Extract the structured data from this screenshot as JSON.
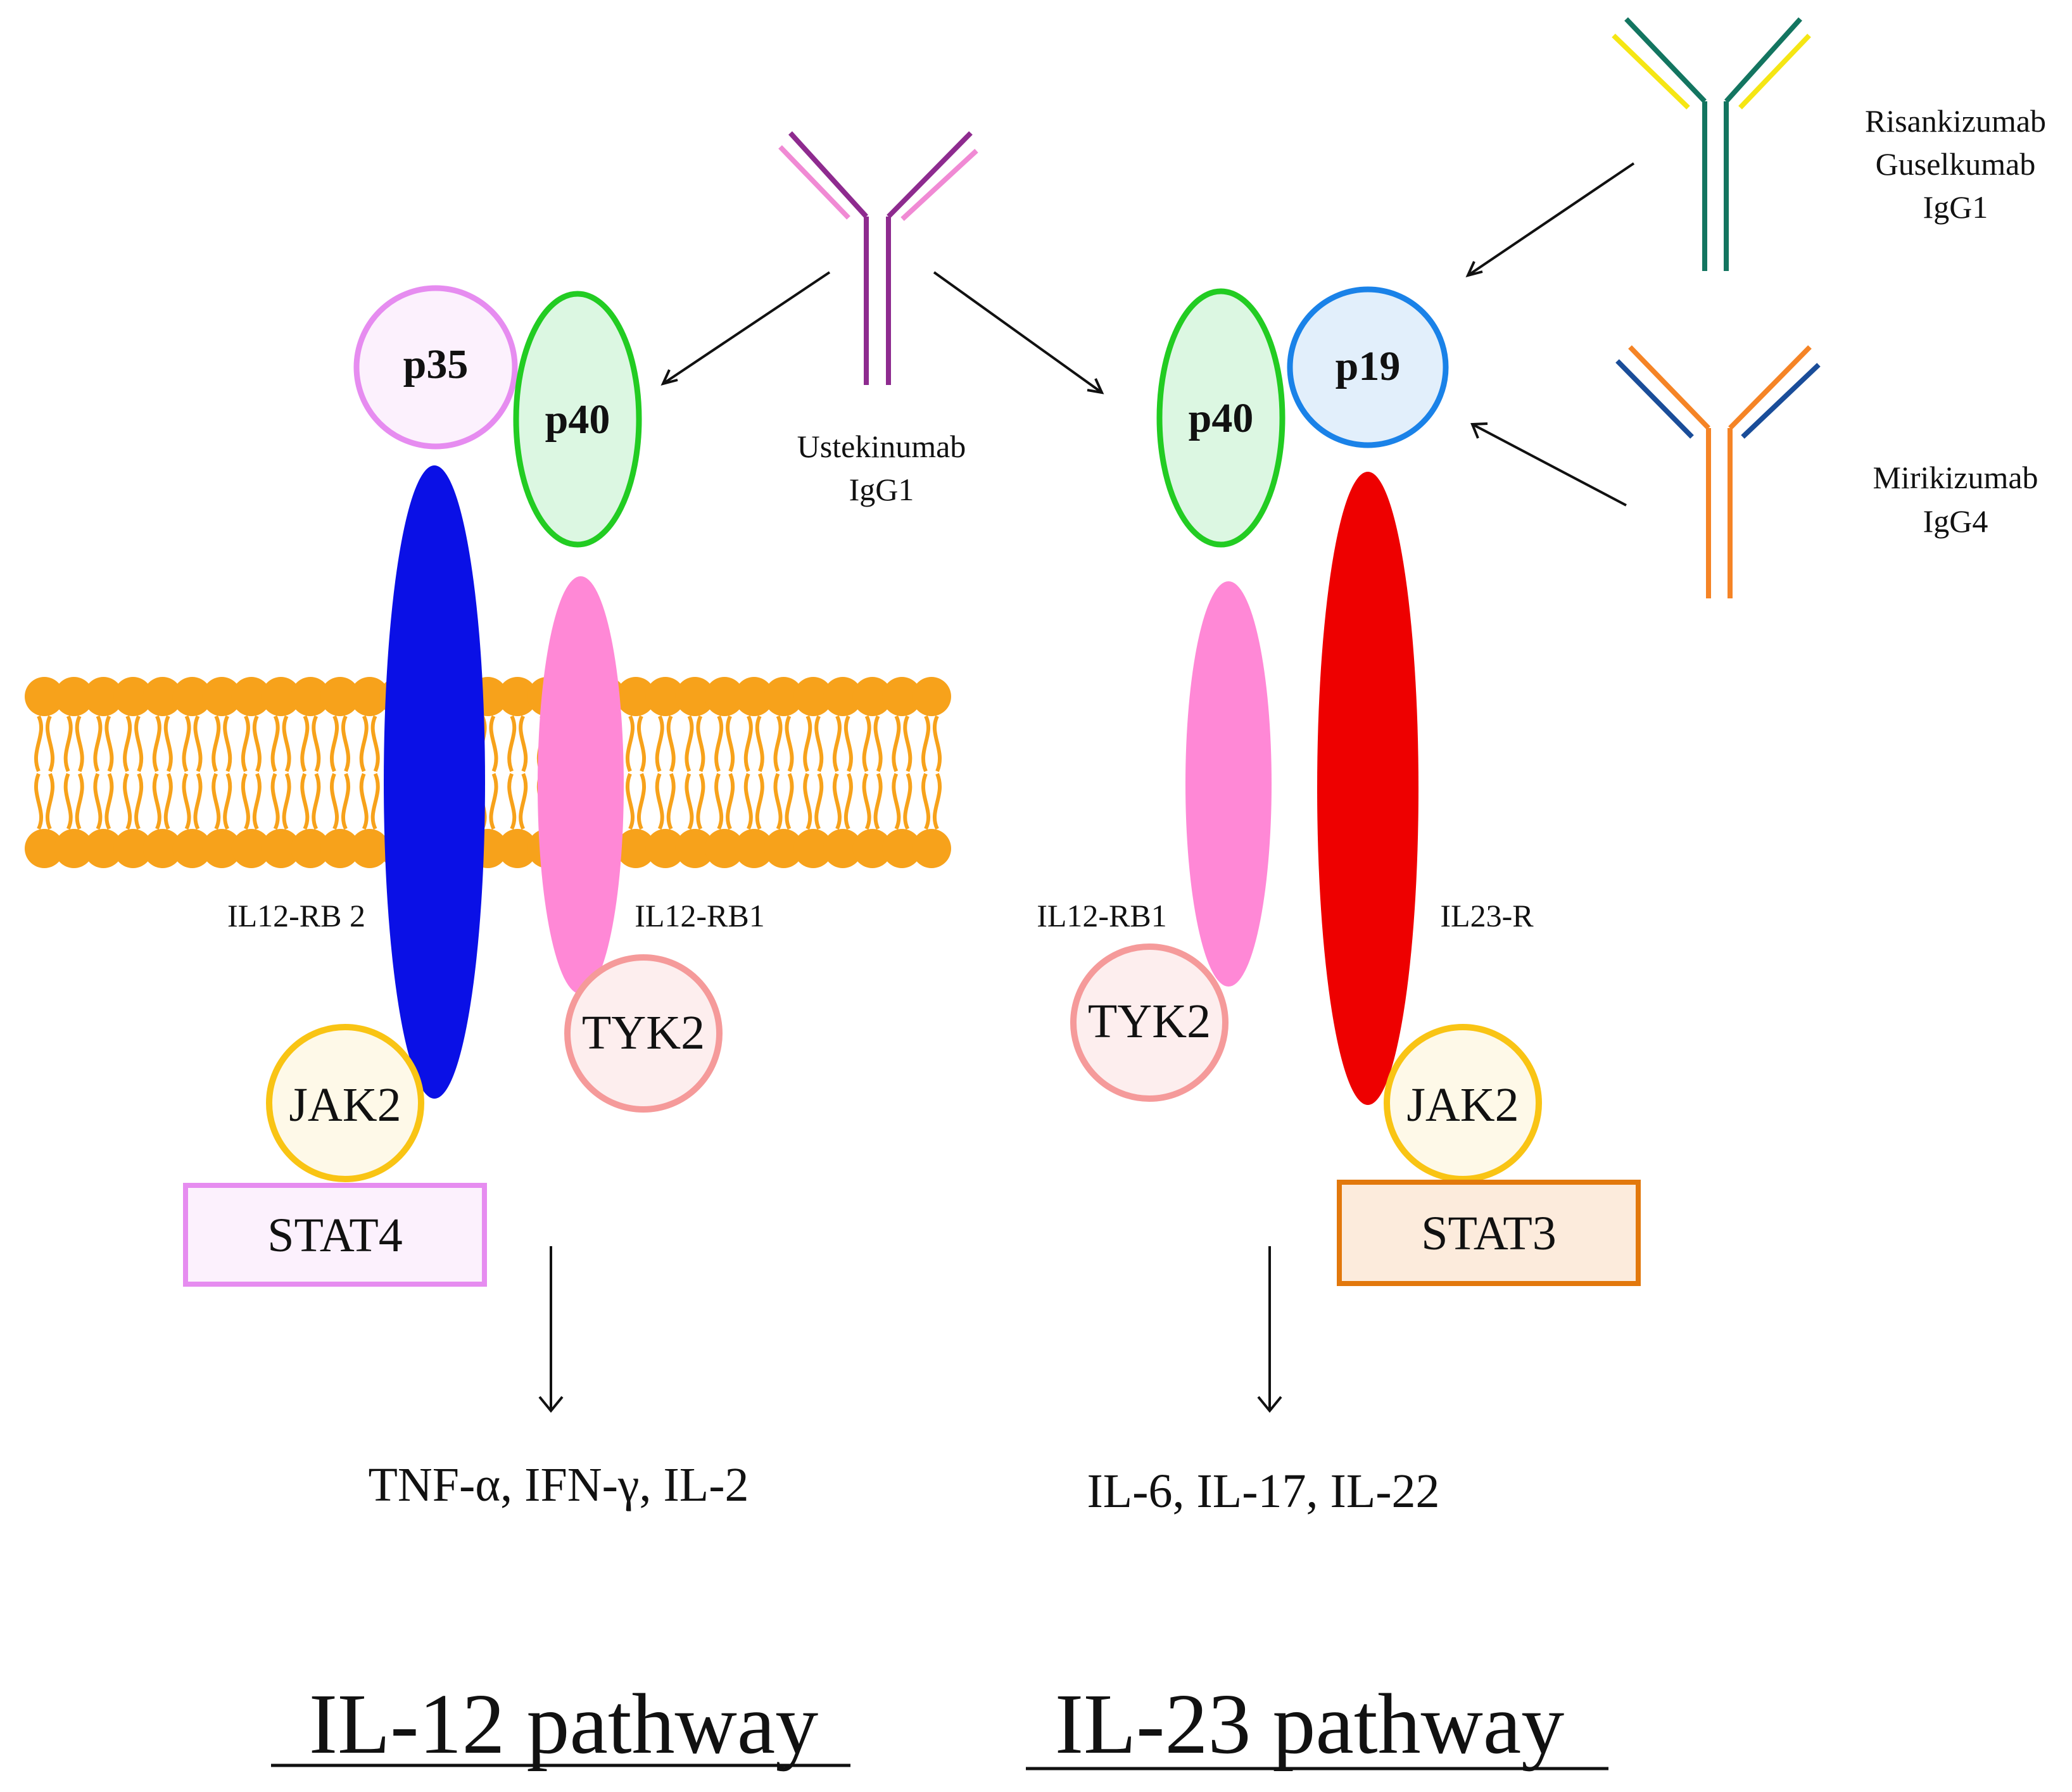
{
  "subunits": {
    "p35": "p35",
    "p40_left": "p40",
    "p40_right": "p40",
    "p19": "p19"
  },
  "receptors": {
    "il12_rb2": "IL12-RB 2",
    "il12_rb1_left": "IL12-RB1",
    "il12_rb1_right": "IL12-RB1",
    "il23_r": "IL23-R"
  },
  "kinases": {
    "jak2_left": "JAK2",
    "tyk2_left": "TYK2",
    "tyk2_right": "TYK2",
    "jak2_right": "JAK2"
  },
  "stats": {
    "stat4": "STAT4",
    "stat3": "STAT3"
  },
  "antibodies": {
    "ustekinumab": {
      "name": "Ustekinumab",
      "isotype": "IgG1"
    },
    "risankizumab": {
      "name1": "Risankizumab",
      "name2": "Guselkumab",
      "isotype": "IgG1"
    },
    "mirikizumab": {
      "name": "Mirikizumab",
      "isotype": "IgG4"
    }
  },
  "outputs": {
    "il12": "TNF-α, IFN-γ, IL-2",
    "il23": "IL-6, IL-17, IL-22"
  },
  "pathways": {
    "il12": "IL-12 pathway",
    "il23": "IL-23 pathway"
  },
  "colors": {
    "membrane": "#f7a21b",
    "il12_rb2": "#0a10e6",
    "il12_rb1": "#ff88d6",
    "il23_r": "#ee0000",
    "p40_stroke": "#22cc22",
    "p40_fill": "#dcf7e2",
    "p35_stroke": "#e68cf0",
    "p35_fill": "#fcf1fd",
    "p19_stroke": "#1a82e8",
    "p19_fill": "#e2effb",
    "tyk2_stroke": "#f59a9a",
    "tyk2_fill": "#fdeeee",
    "jak2_stroke": "#f9c414",
    "jak2_fill": "#fef9e8",
    "stat4_stroke": "#e68cf0",
    "stat4_fill": "#fcf1fd",
    "stat3_stroke": "#e2780c",
    "stat3_fill": "#fcebdc",
    "ustekinumab_heavy": "#8e2b8f",
    "ustekinumab_light": "#f08ad4",
    "risankizumab_heavy": "#137560",
    "risankizumab_light": "#f5e614",
    "mirikizumab_heavy": "#f58426",
    "mirikizumab_light": "#1a4d99"
  }
}
